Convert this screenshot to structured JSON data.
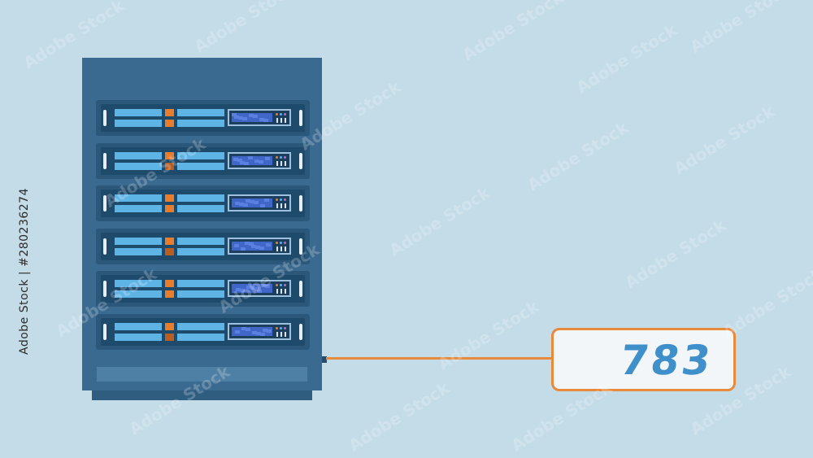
{
  "counter": {
    "value": "783"
  },
  "watermark": {
    "id_text": "Adobe Stock | #280236274",
    "logo_text": "Adobe Stock"
  },
  "colors": {
    "background": "#c3dce8",
    "rack": "#3a6a8f",
    "drive": "#5fb4e6",
    "led": "#e87d2e",
    "cable": "#e88a3c",
    "counter_text": "#3f8fcb"
  },
  "rack": {
    "unit_count": 6
  }
}
